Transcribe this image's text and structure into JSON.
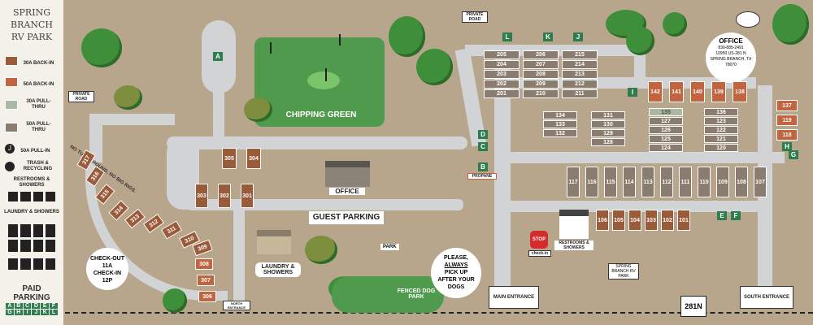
{
  "park_name": [
    "SPRING",
    "BRANCH",
    "RV PARK"
  ],
  "legend": {
    "items": [
      {
        "label": "30A BACK-IN",
        "color": "#9a5b3a"
      },
      {
        "label": "50A BACK-IN",
        "color": "#c2643f"
      },
      {
        "label": "30A PULL-THRU",
        "color": "#a9b9a2"
      },
      {
        "label": "50A PULL-THRU",
        "color": "#8a7c6e"
      },
      {
        "label": "50A PULL-IN",
        "icon": "j-icon"
      },
      {
        "label": "TRASH & RECYCLING",
        "icon": "trash-icon"
      },
      {
        "label": "RESTROOMS & SHOWERS",
        "icon": "restroom-icon"
      },
      {
        "label": "LAUNDRY & SHOWERS",
        "icon": "laundry-icon"
      },
      {
        "label": "PAID PARKING",
        "icon": "parking-icon"
      }
    ],
    "paid_parking_letters": [
      "A",
      "B",
      "C",
      "D",
      "E",
      "F",
      "G",
      "H",
      "I",
      "J",
      "K",
      "L"
    ]
  },
  "office_card": {
    "title": "OFFICE",
    "phone": "830-885-2491",
    "address_1": "10950 US-281 N",
    "address_2": "SPRING BRANCH, TX",
    "zip": "78070"
  },
  "labels": {
    "chipping_green": "CHIPPING GREEN",
    "office": "OFFICE",
    "guest_parking": "GUEST PARKING",
    "laundry": "LAUNDRY & SHOWERS",
    "fenced_dog_park": "FENCED DOG PARK",
    "park": "PARK",
    "propane": "PROPANE",
    "restrooms": "RESTROOMS & SHOWERS",
    "private_road_left": "PRIVATE ROAD",
    "private_road_top": "PRIVATE ROAD",
    "no_turn_around": "NO TURN AROUND, NO BIG RIGS.",
    "main_entrance": "MAIN ENTRANCE",
    "south_entrance": "SOUTH ENTRANCE",
    "north_entrance": "NORTH ENTRANCE",
    "highway": "281N",
    "stop": "STOP",
    "checkin": "check-in",
    "dogs_note": [
      "PLEASE,",
      "ALWAYS",
      "PICK UP",
      "AFTER YOUR",
      "DOGS"
    ],
    "times": [
      "CHECK-OUT",
      "11A",
      "CHECK-IN",
      "12P"
    ],
    "sign": "SPRING BRANCH RV PARK"
  },
  "parking_letters": {
    "A": "A",
    "B": "B",
    "C": "C",
    "D": "D",
    "E": "E",
    "F": "F",
    "G": "G",
    "H": "H",
    "I": "I",
    "J": "J",
    "K": "K",
    "L": "L"
  },
  "sites": {
    "left_arc": [
      "317",
      "316",
      "315",
      "314",
      "313",
      "312",
      "311",
      "310",
      "309",
      "308",
      "307",
      "306"
    ],
    "center_a": [
      "305",
      "304"
    ],
    "center_b": [
      "303",
      "302",
      "301"
    ],
    "block_left": [
      [
        "205",
        "206",
        "215"
      ],
      [
        "204",
        "207",
        "214"
      ],
      [
        "203",
        "208",
        "213"
      ],
      [
        "202",
        "209",
        "212"
      ],
      [
        "201",
        "210",
        "211"
      ]
    ],
    "block_mid1": [
      "134",
      "133",
      "132"
    ],
    "block_mid2": [
      "131",
      "130",
      "129",
      "128"
    ],
    "block_mid3": [
      "135",
      "127",
      "126",
      "125",
      "124"
    ],
    "block_mid4": [
      "136",
      "123",
      "122",
      "121",
      "120"
    ],
    "top_row": [
      "142",
      "141",
      "140",
      "139",
      "138"
    ],
    "right_col": [
      "137",
      "119",
      "118"
    ],
    "diag_row": [
      "117",
      "116",
      "115",
      "114",
      "113",
      "112",
      "111",
      "110",
      "109",
      "108",
      "107"
    ],
    "bottom_row": [
      "106",
      "105",
      "104",
      "103",
      "102",
      "101"
    ]
  }
}
